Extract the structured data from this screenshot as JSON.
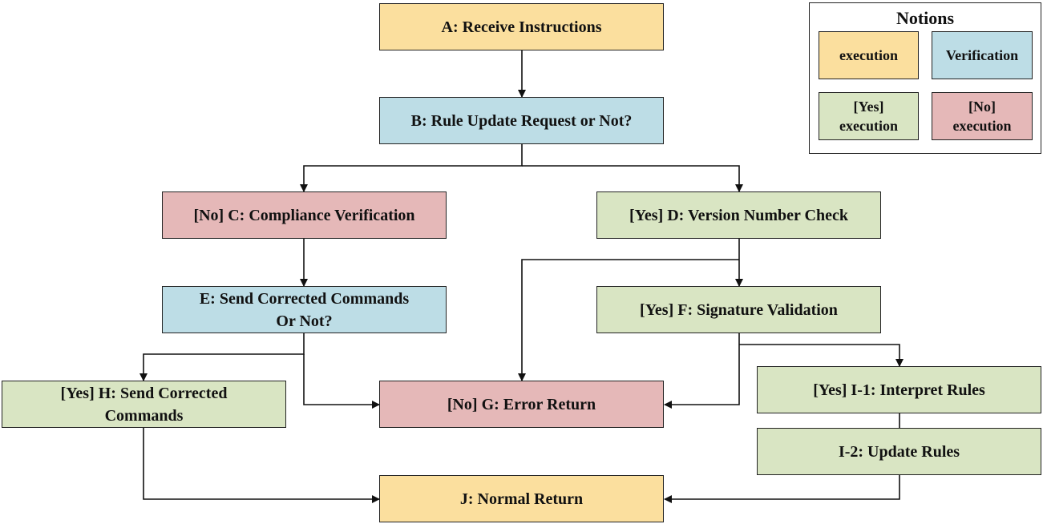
{
  "nodes": {
    "a": "A: Receive Instructions",
    "b": "B: Rule Update Request or Not?",
    "c": "[No] C: Compliance Verification",
    "d": "[Yes] D: Version Number Check",
    "e_line1": "E: Send Corrected Commands",
    "e_line2": "Or Not?",
    "f": "[Yes] F: Signature Validation",
    "g": "[No] G: Error Return",
    "h_line1": "[Yes] H: Send Corrected",
    "h_line2": "Commands",
    "i1": "[Yes] I-1: Interpret Rules",
    "i2": "I-2: Update Rules",
    "j": "J: Normal Return"
  },
  "legend": {
    "title": "Notions",
    "execution": "execution",
    "verification": "Verification",
    "yes_line1": "[Yes]",
    "yes_line2": "execution",
    "no_line1": "[No]",
    "no_line2": "execution"
  },
  "colors": {
    "execution": "#fbdf9e",
    "verification": "#bddde6",
    "yes": "#d9e5c3",
    "no": "#e5b8b8",
    "line": "#111111"
  }
}
